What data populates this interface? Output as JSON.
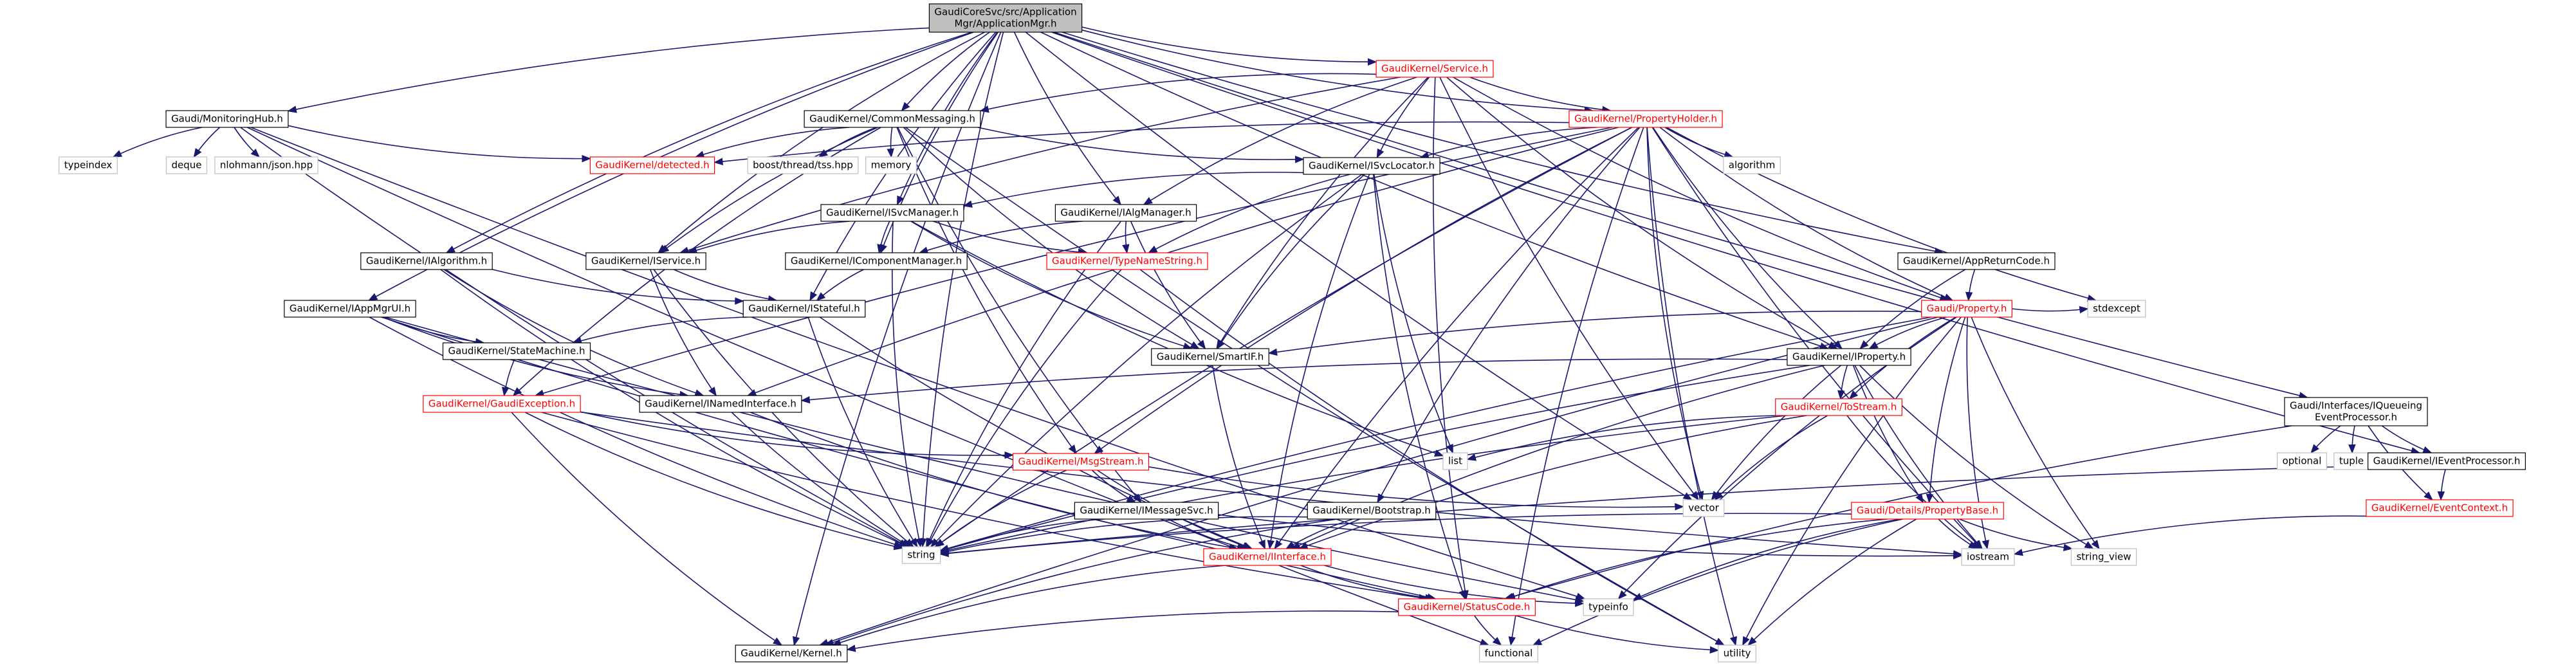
{
  "diagram": {
    "nodes": [
      {
        "id": "root",
        "lines": [
          "GaudiCoreSvc/src/Application",
          "Mgr/ApplicationMgr.h"
        ],
        "style": "root"
      },
      {
        "id": "monhub",
        "lines": [
          "Gaudi/MonitoringHub.h"
        ],
        "style": "normal"
      },
      {
        "id": "typeindex",
        "lines": [
          "typeindex"
        ],
        "style": "system"
      },
      {
        "id": "deque",
        "lines": [
          "deque"
        ],
        "style": "system"
      },
      {
        "id": "json",
        "lines": [
          "nlohmann/json.hpp"
        ],
        "style": "system"
      },
      {
        "id": "cmsg",
        "lines": [
          "GaudiKernel/CommonMessaging.h"
        ],
        "style": "normal"
      },
      {
        "id": "idetected",
        "lines": [
          "GaudiKernel/detected.h"
        ],
        "style": "red"
      },
      {
        "id": "tss",
        "lines": [
          "boost/thread/tss.hpp"
        ],
        "style": "system"
      },
      {
        "id": "memory",
        "lines": [
          "memory"
        ],
        "style": "system"
      },
      {
        "id": "service",
        "lines": [
          "GaudiKernel/Service.h"
        ],
        "style": "red"
      },
      {
        "id": "propholder",
        "lines": [
          "GaudiKernel/PropertyHolder.h"
        ],
        "style": "red"
      },
      {
        "id": "isvcloc",
        "lines": [
          "GaudiKernel/ISvcLocator.h"
        ],
        "style": "normal"
      },
      {
        "id": "algorithm",
        "lines": [
          "algorithm"
        ],
        "style": "system"
      },
      {
        "id": "isvcmgr",
        "lines": [
          "GaudiKernel/ISvcManager.h"
        ],
        "style": "normal"
      },
      {
        "id": "ialgmgr",
        "lines": [
          "GaudiKernel/IAlgManager.h"
        ],
        "style": "normal"
      },
      {
        "id": "ialgorithm",
        "lines": [
          "GaudiKernel/IAlgorithm.h"
        ],
        "style": "normal"
      },
      {
        "id": "iservice",
        "lines": [
          "GaudiKernel/IService.h"
        ],
        "style": "normal"
      },
      {
        "id": "icompmgr",
        "lines": [
          "GaudiKernel/IComponentManager.h"
        ],
        "style": "normal"
      },
      {
        "id": "typename",
        "lines": [
          "GaudiKernel/TypeNameString.h"
        ],
        "style": "red"
      },
      {
        "id": "appreturn",
        "lines": [
          "GaudiKernel/AppReturnCode.h"
        ],
        "style": "normal"
      },
      {
        "id": "property",
        "lines": [
          "Gaudi/Property.h"
        ],
        "style": "red"
      },
      {
        "id": "iappmgrui",
        "lines": [
          "GaudiKernel/IAppMgrUI.h"
        ],
        "style": "normal"
      },
      {
        "id": "istateful",
        "lines": [
          "GaudiKernel/IStateful.h"
        ],
        "style": "normal"
      },
      {
        "id": "smartif",
        "lines": [
          "GaudiKernel/SmartIF.h"
        ],
        "style": "normal"
      },
      {
        "id": "iproperty",
        "lines": [
          "GaudiKernel/IProperty.h"
        ],
        "style": "normal"
      },
      {
        "id": "stdexcept",
        "lines": [
          "stdexcept"
        ],
        "style": "system"
      },
      {
        "id": "statemachine",
        "lines": [
          "GaudiKernel/StateMachine.h"
        ],
        "style": "normal"
      },
      {
        "id": "gaudiexc",
        "lines": [
          "GaudiKernel/GaudiException.h"
        ],
        "style": "red"
      },
      {
        "id": "inamed",
        "lines": [
          "GaudiKernel/INamedInterface.h"
        ],
        "style": "normal"
      },
      {
        "id": "tostream",
        "lines": [
          "GaudiKernel/ToStream.h"
        ],
        "style": "red"
      },
      {
        "id": "queueing",
        "lines": [
          "Gaudi/Interfaces/IQueueing",
          "EventProcessor.h"
        ],
        "style": "normal"
      },
      {
        "id": "list",
        "lines": [
          "list"
        ],
        "style": "system"
      },
      {
        "id": "msgstream",
        "lines": [
          "GaudiKernel/MsgStream.h"
        ],
        "style": "red"
      },
      {
        "id": "optional",
        "lines": [
          "optional"
        ],
        "style": "system"
      },
      {
        "id": "tuple",
        "lines": [
          "tuple"
        ],
        "style": "system"
      },
      {
        "id": "ieventproc",
        "lines": [
          "GaudiKernel/IEventProcessor.h"
        ],
        "style": "normal"
      },
      {
        "id": "vector",
        "lines": [
          "vector"
        ],
        "style": "system"
      },
      {
        "id": "imessagesvc",
        "lines": [
          "GaudiKernel/IMessageSvc.h"
        ],
        "style": "normal"
      },
      {
        "id": "bootstrap",
        "lines": [
          "GaudiKernel/Bootstrap.h"
        ],
        "style": "normal"
      },
      {
        "id": "propbase",
        "lines": [
          "Gaudi/Details/PropertyBase.h"
        ],
        "style": "red"
      },
      {
        "id": "eventctx",
        "lines": [
          "GaudiKernel/EventContext.h"
        ],
        "style": "red"
      },
      {
        "id": "string",
        "lines": [
          "string"
        ],
        "style": "system"
      },
      {
        "id": "iinterface",
        "lines": [
          "GaudiKernel/IInterface.h"
        ],
        "style": "red"
      },
      {
        "id": "iostream",
        "lines": [
          "iostream"
        ],
        "style": "system"
      },
      {
        "id": "string_view",
        "lines": [
          "string_view"
        ],
        "style": "system"
      },
      {
        "id": "typeinfo",
        "lines": [
          "typeinfo"
        ],
        "style": "system"
      },
      {
        "id": "statuscode",
        "lines": [
          "GaudiKernel/StatusCode.h"
        ],
        "style": "red"
      },
      {
        "id": "kernel",
        "lines": [
          "GaudiKernel/Kernel.h"
        ],
        "style": "normal"
      },
      {
        "id": "functional",
        "lines": [
          "functional"
        ],
        "style": "system"
      },
      {
        "id": "utility",
        "lines": [
          "utility"
        ],
        "style": "system"
      }
    ],
    "edges": [
      [
        "root",
        "monhub"
      ],
      [
        "root",
        "cmsg"
      ],
      [
        "root",
        "service"
      ],
      [
        "root",
        "propholder"
      ],
      [
        "root",
        "ialgmgr"
      ],
      [
        "root",
        "ialgorithm"
      ],
      [
        "root",
        "iappmgrui"
      ],
      [
        "root",
        "isvcmgr"
      ],
      [
        "root",
        "queueing"
      ],
      [
        "root",
        "ieventproc"
      ],
      [
        "root",
        "appreturn"
      ],
      [
        "root",
        "istateful"
      ],
      [
        "root",
        "icompmgr"
      ],
      [
        "root",
        "iproperty"
      ],
      [
        "root",
        "kernel"
      ],
      [
        "root",
        "string"
      ],
      [
        "root",
        "vector"
      ],
      [
        "root",
        "iservice"
      ],
      [
        "monhub",
        "typeindex"
      ],
      [
        "monhub",
        "deque"
      ],
      [
        "monhub",
        "json"
      ],
      [
        "monhub",
        "idetected"
      ],
      [
        "monhub",
        "string"
      ],
      [
        "monhub",
        "typeinfo"
      ],
      [
        "monhub",
        "functional"
      ],
      [
        "cmsg",
        "idetected"
      ],
      [
        "cmsg",
        "tss"
      ],
      [
        "cmsg",
        "memory"
      ],
      [
        "cmsg",
        "isvcloc"
      ],
      [
        "cmsg",
        "iservice"
      ],
      [
        "cmsg",
        "smartif"
      ],
      [
        "cmsg",
        "msgstream"
      ],
      [
        "cmsg",
        "imessagesvc"
      ],
      [
        "cmsg",
        "gaudiexc"
      ],
      [
        "cmsg",
        "utility"
      ],
      [
        "service",
        "cmsg"
      ],
      [
        "service",
        "propholder"
      ],
      [
        "service",
        "isvcloc"
      ],
      [
        "service",
        "iservice"
      ],
      [
        "service",
        "smartif"
      ],
      [
        "service",
        "iproperty"
      ],
      [
        "service",
        "property"
      ],
      [
        "service",
        "vector"
      ],
      [
        "service",
        "ialgmgr"
      ],
      [
        "service",
        "statuscode"
      ],
      [
        "propholder",
        "idetected"
      ],
      [
        "propholder",
        "algorithm"
      ],
      [
        "propholder",
        "isvcloc"
      ],
      [
        "propholder",
        "iproperty"
      ],
      [
        "propholder",
        "property"
      ],
      [
        "propholder",
        "gaudiexc"
      ],
      [
        "propholder",
        "msgstream"
      ],
      [
        "propholder",
        "inamed"
      ],
      [
        "propholder",
        "vector"
      ],
      [
        "propholder",
        "stdexcept"
      ],
      [
        "propholder",
        "iostream"
      ],
      [
        "propholder",
        "bootstrap"
      ],
      [
        "propholder",
        "string"
      ],
      [
        "propholder",
        "utility"
      ],
      [
        "propholder",
        "functional"
      ],
      [
        "propholder",
        "iinterface"
      ],
      [
        "isvcloc",
        "isvcmgr"
      ],
      [
        "isvcloc",
        "typename"
      ],
      [
        "isvcloc",
        "smartif"
      ],
      [
        "isvcloc",
        "list"
      ],
      [
        "isvcloc",
        "string"
      ],
      [
        "isvcloc",
        "iinterface"
      ],
      [
        "isvcloc",
        "statuscode"
      ],
      [
        "isvcmgr",
        "iservice"
      ],
      [
        "isvcmgr",
        "icompmgr"
      ],
      [
        "isvcmgr",
        "typename"
      ],
      [
        "isvcmgr",
        "smartif"
      ],
      [
        "isvcmgr",
        "string"
      ],
      [
        "isvcmgr",
        "list"
      ],
      [
        "ialgmgr",
        "icompmgr"
      ],
      [
        "ialgmgr",
        "typename"
      ],
      [
        "ialgmgr",
        "smartif"
      ],
      [
        "ialgmgr",
        "string"
      ],
      [
        "ialgorithm",
        "istateful"
      ],
      [
        "ialgorithm",
        "inamed"
      ],
      [
        "ialgorithm",
        "string"
      ],
      [
        "iservice",
        "istateful"
      ],
      [
        "iservice",
        "inamed"
      ],
      [
        "iservice",
        "string"
      ],
      [
        "icompmgr",
        "istateful"
      ],
      [
        "typename",
        "string"
      ],
      [
        "typename",
        "utility"
      ],
      [
        "appreturn",
        "property"
      ],
      [
        "appreturn",
        "iproperty"
      ],
      [
        "property",
        "iproperty"
      ],
      [
        "property",
        "smartif"
      ],
      [
        "property",
        "tostream"
      ],
      [
        "property",
        "propbase"
      ],
      [
        "property",
        "stdexcept"
      ],
      [
        "property",
        "string"
      ],
      [
        "property",
        "string_view"
      ],
      [
        "property",
        "typeinfo"
      ],
      [
        "property",
        "utility"
      ],
      [
        "property",
        "kernel"
      ],
      [
        "property",
        "iostream"
      ],
      [
        "iappmgrui",
        "statemachine"
      ],
      [
        "iappmgrui",
        "inamed"
      ],
      [
        "iappmgrui",
        "string"
      ],
      [
        "iappmgrui",
        "statuscode"
      ],
      [
        "iappmgrui",
        "typeinfo"
      ],
      [
        "istateful",
        "statemachine"
      ],
      [
        "istateful",
        "iinterface"
      ],
      [
        "istateful",
        "string"
      ],
      [
        "smartif",
        "iinterface"
      ],
      [
        "iproperty",
        "inamed"
      ],
      [
        "iproperty",
        "tostream"
      ],
      [
        "iproperty",
        "propbase"
      ],
      [
        "iproperty",
        "vector"
      ],
      [
        "iproperty",
        "iinterface"
      ],
      [
        "iproperty",
        "string"
      ],
      [
        "iproperty",
        "iostream"
      ],
      [
        "iproperty",
        "string_view"
      ],
      [
        "statemachine",
        "gaudiexc"
      ],
      [
        "gaudiexc",
        "msgstream"
      ],
      [
        "gaudiexc",
        "statuscode"
      ],
      [
        "gaudiexc",
        "string"
      ],
      [
        "gaudiexc",
        "iostream"
      ],
      [
        "gaudiexc",
        "kernel"
      ],
      [
        "inamed",
        "iinterface"
      ],
      [
        "inamed",
        "string"
      ],
      [
        "tostream",
        "list"
      ],
      [
        "tostream",
        "vector"
      ],
      [
        "tostream",
        "string"
      ],
      [
        "tostream",
        "iostream"
      ],
      [
        "tostream",
        "iinterface"
      ],
      [
        "queueing",
        "optional"
      ],
      [
        "queueing",
        "tuple"
      ],
      [
        "queueing",
        "ieventproc"
      ],
      [
        "queueing",
        "eventctx"
      ],
      [
        "queueing",
        "statuscode"
      ],
      [
        "msgstream",
        "imessagesvc"
      ],
      [
        "msgstream",
        "string"
      ],
      [
        "msgstream",
        "vector"
      ],
      [
        "msgstream",
        "iinterface"
      ],
      [
        "ieventproc",
        "eventctx"
      ],
      [
        "ieventproc",
        "string"
      ],
      [
        "imessagesvc",
        "iinterface"
      ],
      [
        "imessagesvc",
        "string"
      ],
      [
        "imessagesvc",
        "iostream"
      ],
      [
        "bootstrap",
        "string"
      ],
      [
        "bootstrap",
        "iinterface"
      ],
      [
        "bootstrap",
        "kernel"
      ],
      [
        "propbase",
        "string"
      ],
      [
        "propbase",
        "string_view"
      ],
      [
        "propbase",
        "typeinfo"
      ],
      [
        "propbase",
        "statuscode"
      ],
      [
        "propbase",
        "functional"
      ],
      [
        "propbase",
        "iostream"
      ],
      [
        "propbase",
        "utility"
      ],
      [
        "eventctx",
        "iostream"
      ],
      [
        "iinterface",
        "statuscode"
      ],
      [
        "iinterface",
        "kernel"
      ],
      [
        "iinterface",
        "typeinfo"
      ],
      [
        "statuscode",
        "kernel"
      ],
      [
        "statuscode",
        "functional"
      ],
      [
        "statuscode",
        "utility"
      ]
    ]
  }
}
